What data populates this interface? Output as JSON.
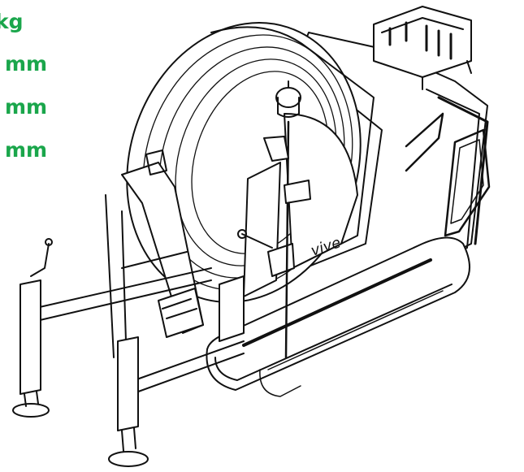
{
  "specs": [
    {
      "text": "kg"
    },
    {
      "text": "mm"
    },
    {
      "text": "mm"
    },
    {
      "text": "mm"
    }
  ],
  "brand_mark": "vive",
  "colors": {
    "accent": "#1aa64b",
    "line": "#111111",
    "background": "#ffffff"
  },
  "icons": [
    "cable-reel-machine-illustration"
  ]
}
